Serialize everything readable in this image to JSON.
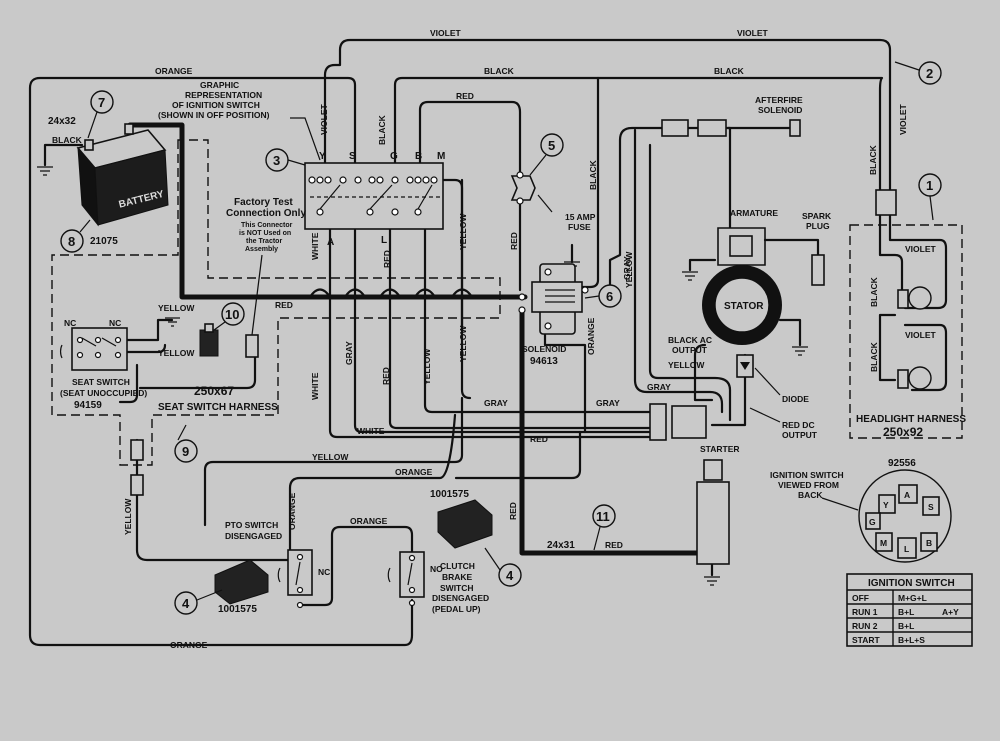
{
  "wires": {
    "violet": "VIOLET",
    "black": "BLACK",
    "orange": "ORANGE",
    "red": "RED",
    "yellow": "YELLOW",
    "white": "WHITE",
    "gray": "GRAY"
  },
  "callouts": [
    "1",
    "2",
    "3",
    "4",
    "5",
    "6",
    "7",
    "8",
    "9",
    "10",
    "11"
  ],
  "battery": {
    "label": "BATTERY",
    "cable": "24x32",
    "part": "21075"
  },
  "ignition_graphic": {
    "line1": "GRAPHIC",
    "line2": "REPRESENTATION",
    "line3": "OF IGNITION SWITCH",
    "line4": "(SHOWN IN OFF POSITION)",
    "terminals": [
      "Y",
      "S",
      "G",
      "B",
      "M",
      "A",
      "L"
    ]
  },
  "factory_test": {
    "title1": "Factory Test",
    "title2": "Connection Only",
    "note1": "This Connector",
    "note2": "is NOT Used on",
    "note3": "the Tractor",
    "note4": "Assembly"
  },
  "fuse": {
    "line1": "15 AMP",
    "line2": "FUSE"
  },
  "solenoid": {
    "label": "SOLENOID",
    "part": "94613"
  },
  "afterfire": {
    "line1": "AFTERFIRE",
    "line2": "SOLENOID"
  },
  "engine": {
    "armature": "ARMATURE",
    "spark1": "SPARK",
    "spark2": "PLUG",
    "stator": "STATOR",
    "ac1": "BLACK AC",
    "ac2": "OUTPUT",
    "diode": "DIODE",
    "dc1": "RED DC",
    "dc2": "OUTPUT"
  },
  "headlight": {
    "title": "HEADLIGHT HARNESS",
    "part": "250x92"
  },
  "seat_switch": {
    "nc": "NC",
    "title": "SEAT SWITCH",
    "state": "(SEAT UNOCCUPIED)",
    "part": "94159"
  },
  "seat_harness": {
    "part": "250x67",
    "title": "SEAT SWITCH HARNESS"
  },
  "pto": {
    "line1": "PTO SWITCH",
    "line2": "DISENGAGED",
    "nc": "NC",
    "part": "1001575"
  },
  "clutch": {
    "part": "1001575",
    "no": "NO",
    "line1": "CLUTCH",
    "line2": "BRAKE",
    "line3": "SWITCH",
    "line4": "DISENGAGED",
    "line5": "(PEDAL UP)"
  },
  "starter": {
    "label": "STARTER",
    "cable": "24x31"
  },
  "ignition_back": {
    "part": "92556",
    "line1": "IGNITION SWITCH",
    "line2": "VIEWED FROM",
    "line3": "BACK",
    "terminals": [
      "A",
      "Y",
      "S",
      "G",
      "M",
      "L",
      "B"
    ]
  },
  "ignition_table": {
    "title": "IGNITION SWITCH",
    "rows": [
      {
        "pos": "OFF",
        "conn": "M+G+L",
        "extra": ""
      },
      {
        "pos": "RUN 1",
        "conn": "B+L",
        "extra": "A+Y"
      },
      {
        "pos": "RUN 2",
        "conn": "B+L",
        "extra": ""
      },
      {
        "pos": "START",
        "conn": "B+L+S",
        "extra": ""
      }
    ]
  }
}
